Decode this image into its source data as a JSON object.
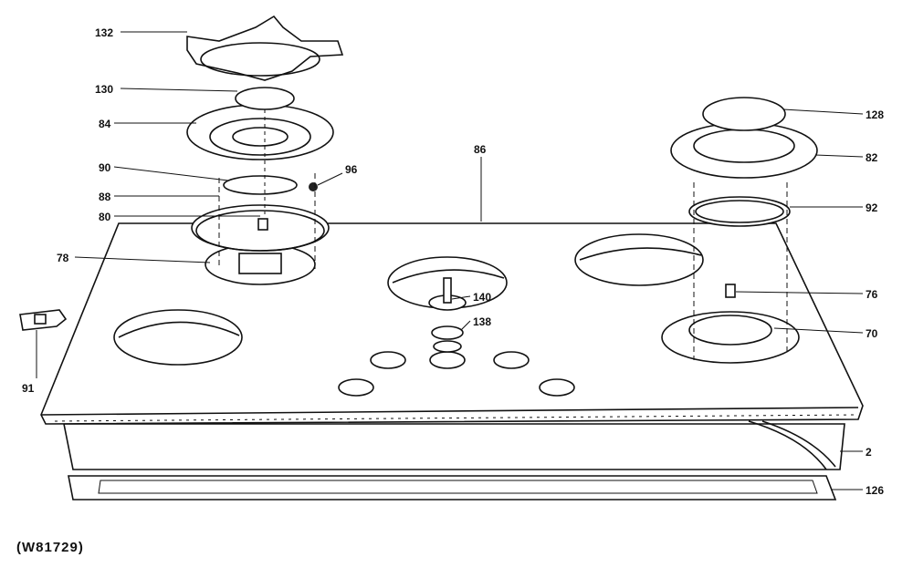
{
  "diagram_code": "(W81729)",
  "labels": {
    "p132": "132",
    "p130": "130",
    "p84": "84",
    "p90": "90",
    "p88": "88",
    "p80": "80",
    "p78": "78",
    "p91": "91",
    "p96": "96",
    "p86": "86",
    "p128": "128",
    "p82": "82",
    "p92": "92",
    "p76": "76",
    "p70": "70",
    "p140": "140",
    "p138": "138",
    "p2": "2",
    "p126": "126"
  }
}
